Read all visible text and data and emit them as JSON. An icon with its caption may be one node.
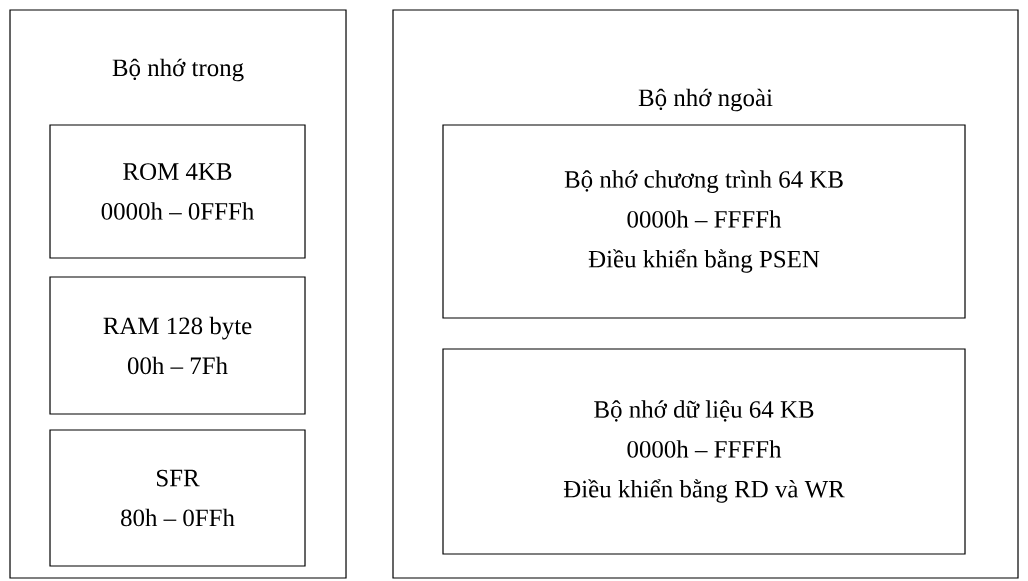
{
  "diagram": {
    "nodes": [
      {
        "text": [
          "Bộ nhớ trong"
        ]
      },
      {
        "text": [
          "ROM 4KB",
          "0000h – 0FFFh"
        ],
        "in": 0
      },
      {
        "text": [
          "RAM 128 byte",
          "00h – 7Fh"
        ],
        "in": 0
      },
      {
        "text": [
          "SFR",
          "80h – 0FFh"
        ],
        "in": 0
      },
      {
        "text": [
          "Bộ nhớ ngoài"
        ]
      },
      {
        "text": [
          "Bộ nhớ chương trình 64 KB",
          "0000h – FFFFh",
          "Điều khiển bằng PSEN"
        ],
        "in": 4
      },
      {
        "text": [
          "Bộ nhớ dữ liệu 64 KB",
          "0000h – FFFFh",
          "Điều khiển bằng RD và WR"
        ],
        "in": 4
      }
    ]
  }
}
